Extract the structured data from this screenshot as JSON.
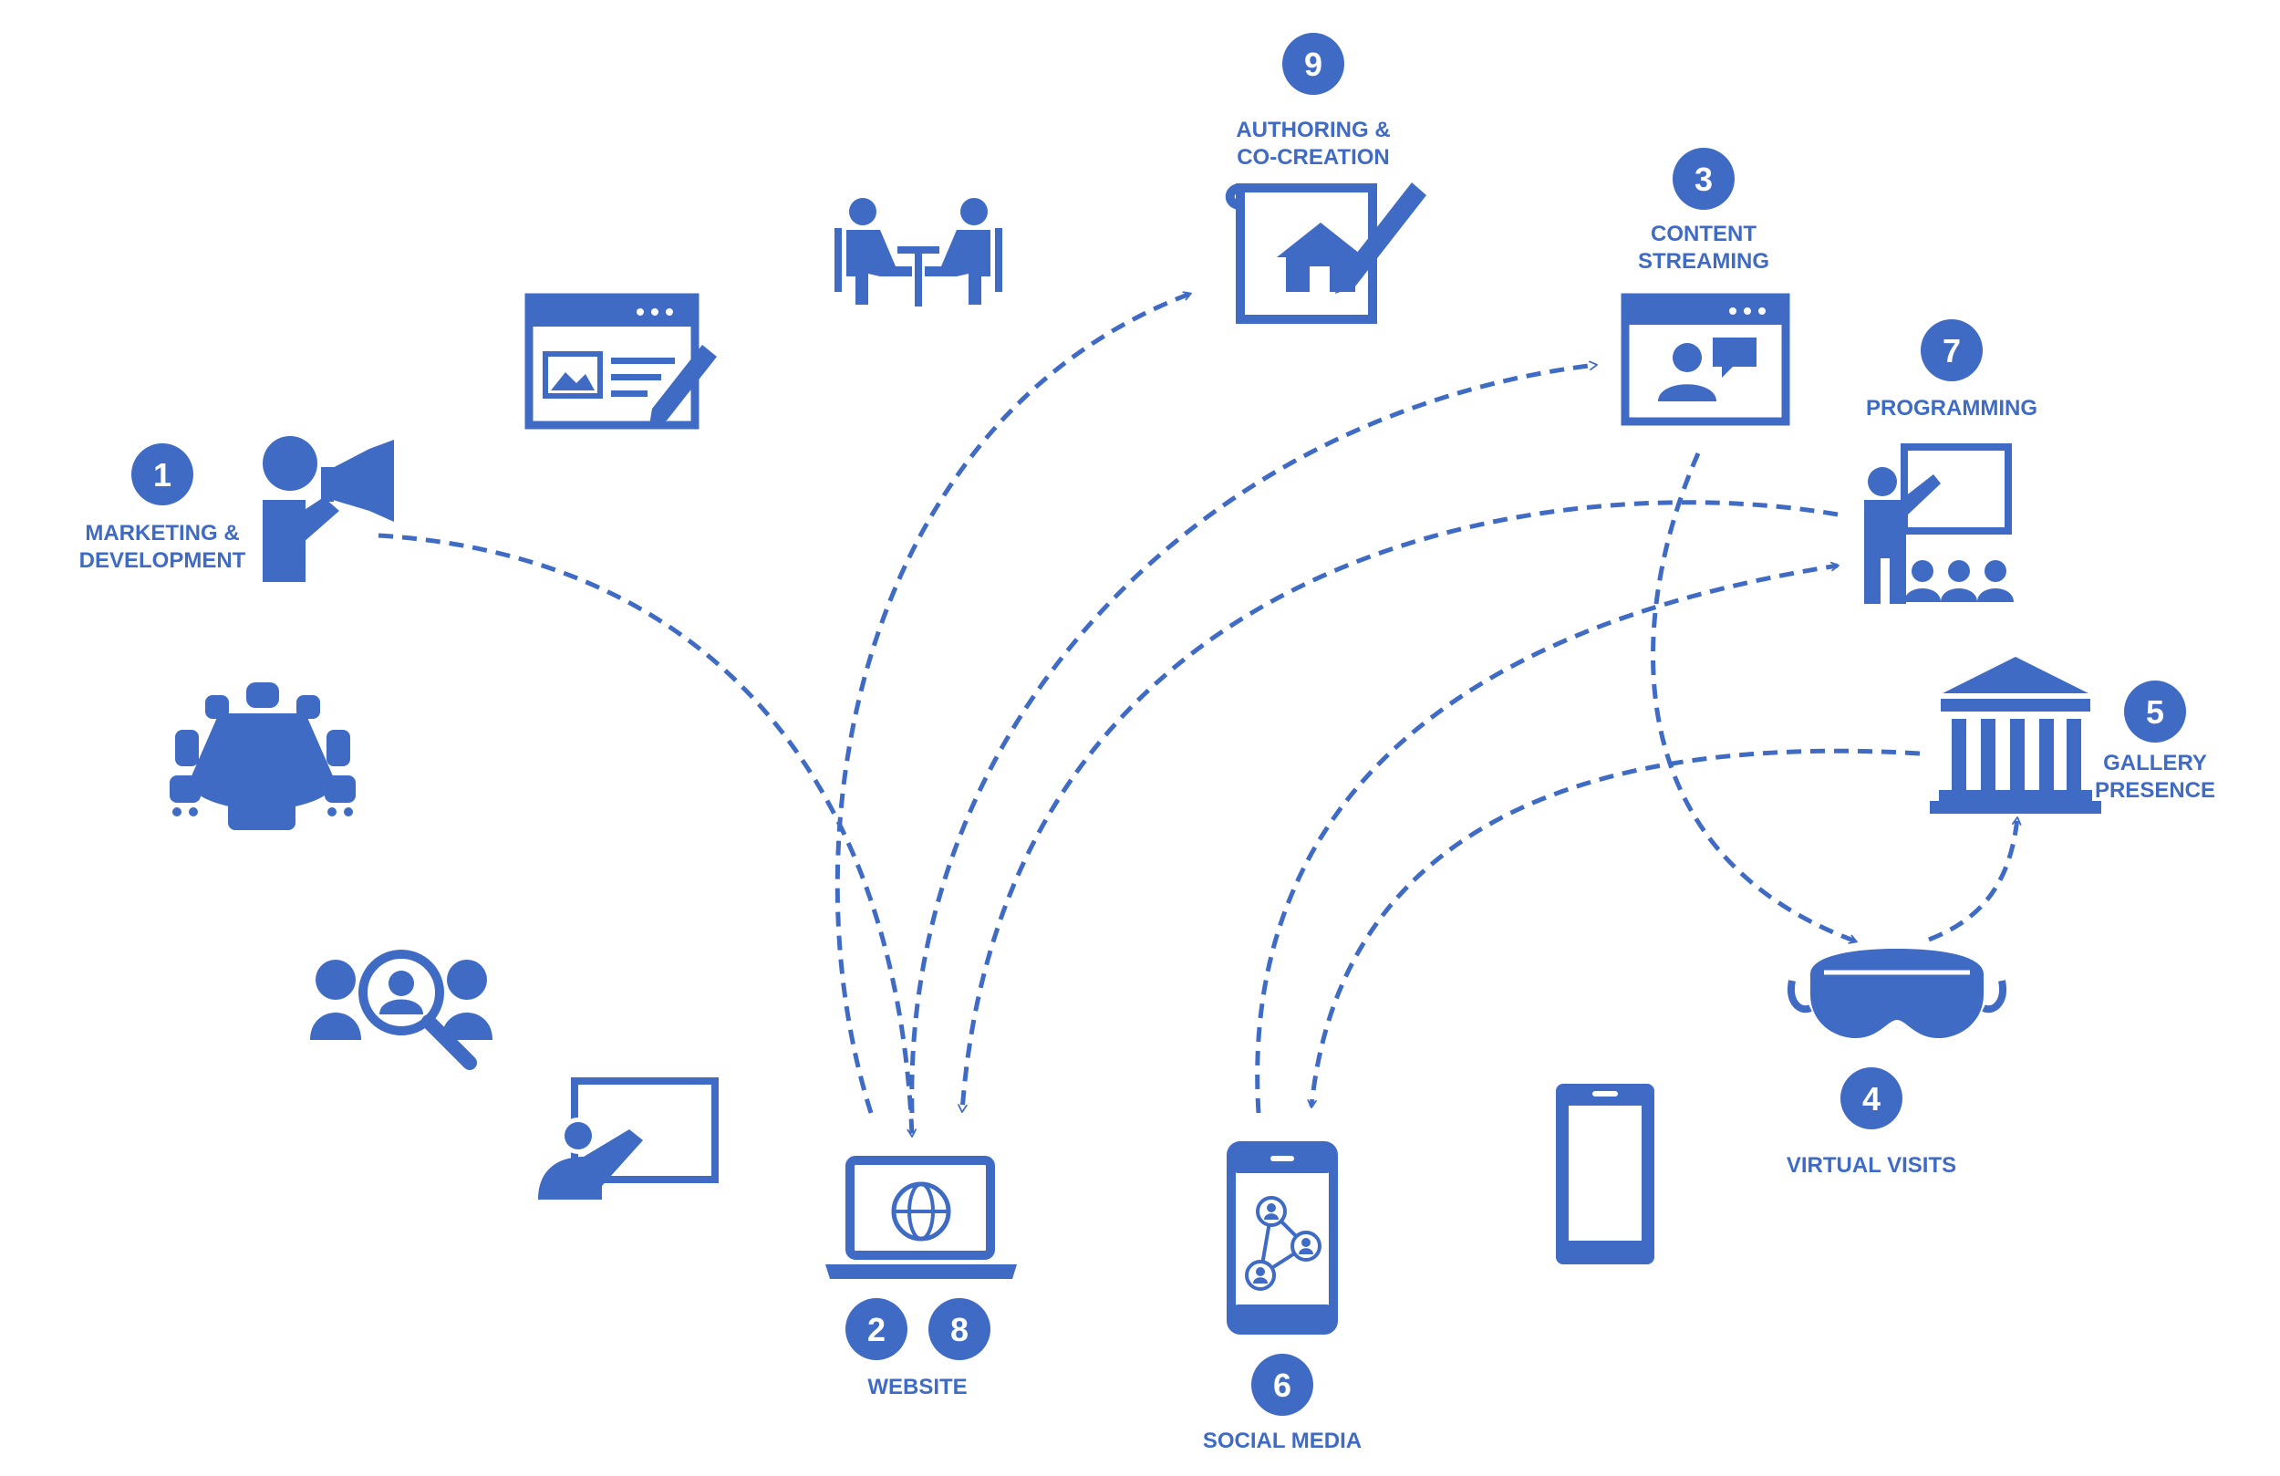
{
  "colors": {
    "accent": "#3f6bc4",
    "background": "#ffffff"
  },
  "nodes": [
    {
      "number": "1",
      "label_lines": [
        "MARKETING &",
        "DEVELOPMENT"
      ],
      "icon": "megaphone-person-icon"
    },
    {
      "numbers": [
        "2",
        "8"
      ],
      "label_lines": [
        "WEBSITE"
      ],
      "icon": "laptop-globe-icon"
    },
    {
      "number": "3",
      "label_lines": [
        "CONTENT",
        "STREAMING"
      ],
      "icon": "video-window-icon"
    },
    {
      "number": "4",
      "label_lines": [
        "VIRTUAL VISITS"
      ],
      "icon": "vr-headset-icon"
    },
    {
      "number": "5",
      "label_lines": [
        "GALLERY",
        "PRESENCE"
      ],
      "icon": "museum-icon"
    },
    {
      "number": "6",
      "label_lines": [
        "SOCIAL MEDIA"
      ],
      "icon": "phone-network-icon"
    },
    {
      "number": "7",
      "label_lines": [
        "PROGRAMMING"
      ],
      "icon": "presenter-icon"
    },
    {
      "number": "9",
      "label_lines": [
        "AUTHORING &",
        "CO-CREATION"
      ],
      "icon": "blueprint-pencil-icon"
    }
  ],
  "decorative_icons": [
    "meeting-two-people-icon",
    "web-editor-icon",
    "conference-table-icon",
    "user-search-icon",
    "presentation-screen-icon",
    "smartphone-icon"
  ],
  "flows": [
    {
      "from": "1",
      "to": "2"
    },
    {
      "from": "2",
      "to": "9"
    },
    {
      "from": "2",
      "to": "3"
    },
    {
      "from": "7",
      "to": "2"
    },
    {
      "from": "3",
      "to": "4"
    },
    {
      "from": "6",
      "to": "7"
    },
    {
      "from": "5",
      "to": "6"
    },
    {
      "from": "4",
      "to": "5"
    }
  ]
}
